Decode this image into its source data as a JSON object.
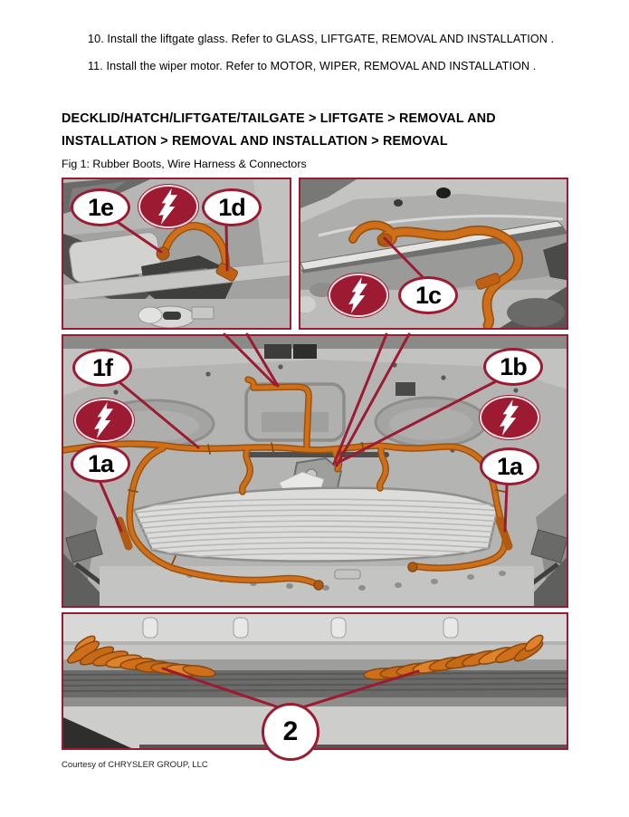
{
  "steps": [
    {
      "text": "10. Install the liftgate glass. Refer to GLASS, LIFTGATE, REMOVAL AND INSTALLATION ."
    },
    {
      "text": "11. Install the wiper motor. Refer to MOTOR, WIPER, REMOVAL AND INSTALLATION ."
    }
  ],
  "heading": "DECKLID/HATCH/LIFTGATE/TAILGATE > LIFTGATE > REMOVAL AND INSTALLATION > REMOVAL AND INSTALLATION > REMOVAL",
  "figure": {
    "caption": "Fig 1: Rubber Boots, Wire Harness & Connectors",
    "courtesy": "Courtesy of CHRYSLER GROUP, LLC",
    "callouts": {
      "e": "1e",
      "d": "1d",
      "c": "1c",
      "f": "1f",
      "b": "1b",
      "a_left": "1a",
      "a_right": "1a",
      "boots": "2"
    },
    "icons": {
      "electrical_warning": "lightning-bolt"
    },
    "colors": {
      "callout_border": "#9c1b33",
      "harness_orange": "#cf6f1a"
    }
  }
}
